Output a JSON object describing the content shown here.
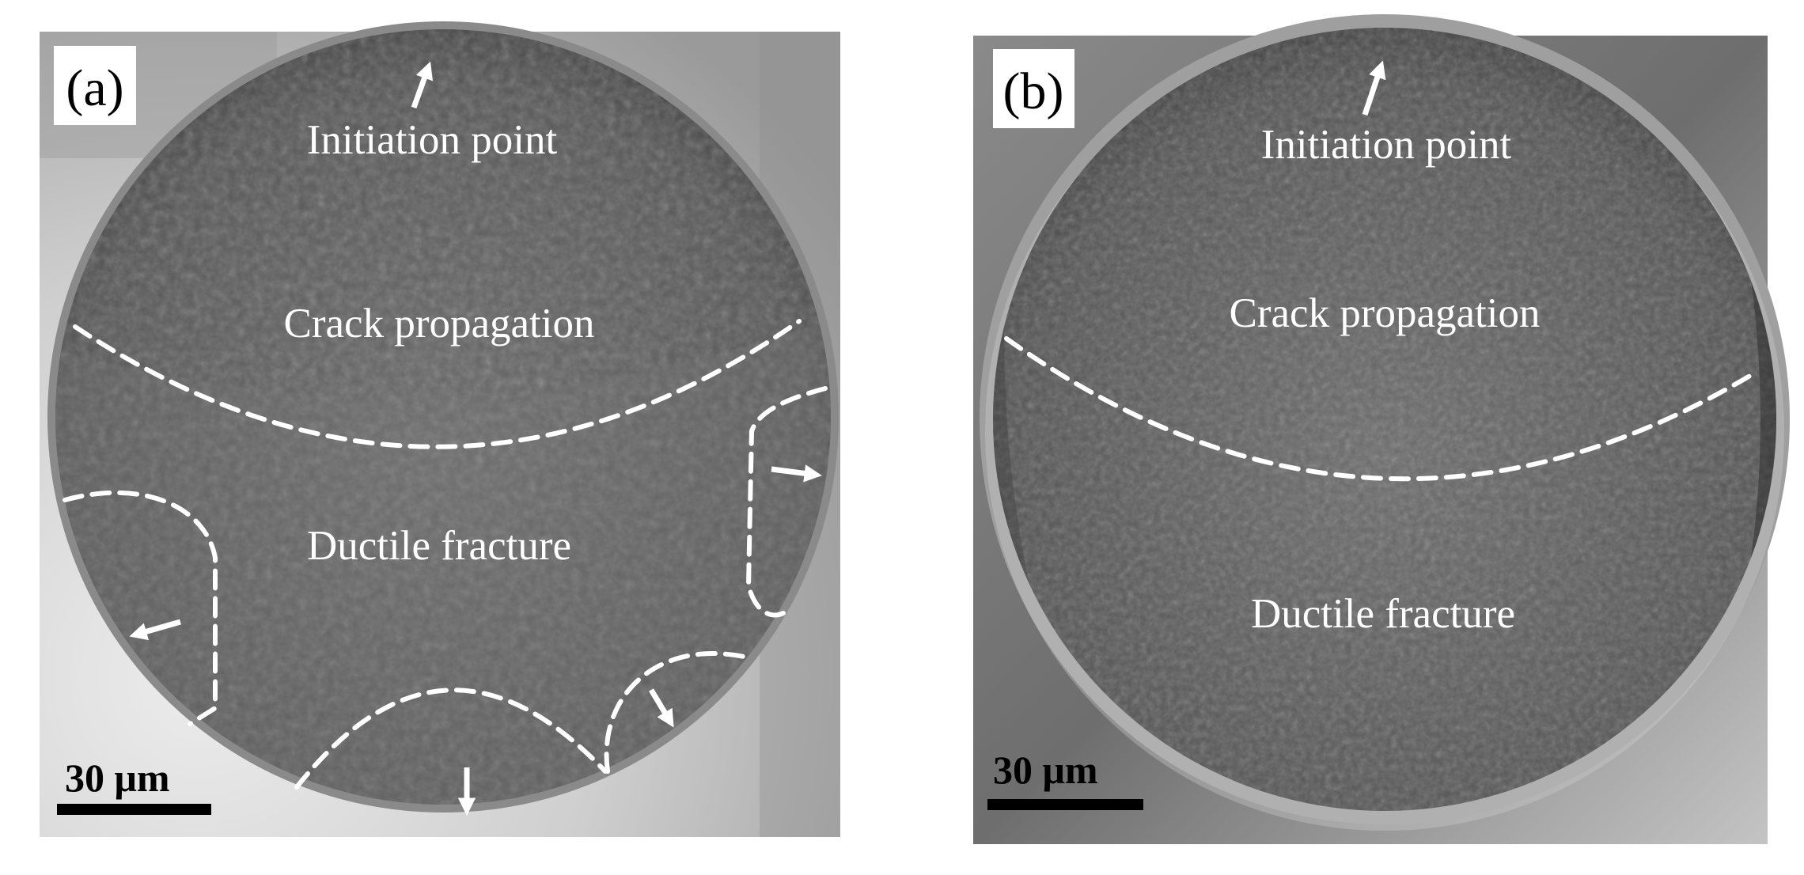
{
  "panels": [
    {
      "letter": "(a)",
      "labels": {
        "initiation": "Initiation point",
        "propagation": "Crack propagation",
        "ductile": "Ductile fracture"
      },
      "scale_bar": "30 μm"
    },
    {
      "letter": "(b)",
      "labels": {
        "initiation": "Initiation point",
        "propagation": "Crack propagation",
        "ductile": "Ductile fracture"
      },
      "scale_bar": "30 μm"
    }
  ],
  "colors": {
    "annotation": "#ffffff",
    "fracture_surface": "#5d5d5d",
    "background_a": "#d6d6d6",
    "background_b": "#7b7b7b"
  }
}
